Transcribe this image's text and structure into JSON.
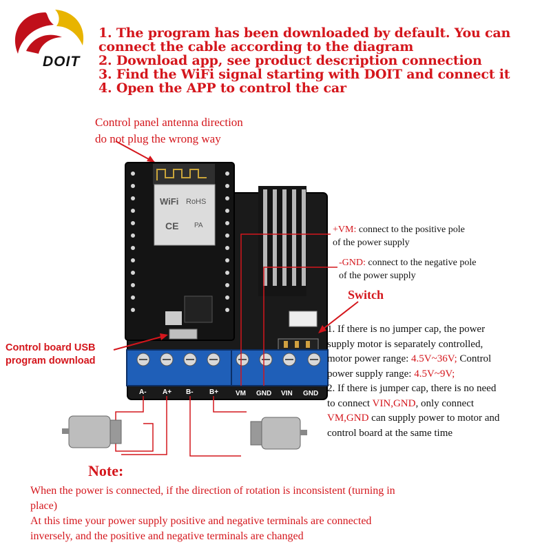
{
  "logo": {
    "brand": "DOIT",
    "colors": {
      "red": "#c0101a",
      "gold": "#e8b400"
    }
  },
  "steps": [
    "1. The program has been downloaded by default. You can",
    "connect the cable according to the diagram",
    "2. Download app, see product description connection",
    "3. Find the WiFi signal starting with DOIT and connect it",
    "4. Open the APP to control the car"
  ],
  "antenna_note": [
    "Control panel antenna direction",
    "do not plug the wrong way"
  ],
  "vm_note": {
    "key": "+VM:",
    "text": " connect to the positive pole",
    "line2": "of the power supply"
  },
  "gnd_note": {
    "key": "-GND:",
    "text": " connect to the negative pole",
    "line2": "of the power supply"
  },
  "switch_label": "Switch",
  "usb_note": [
    "Control board USB",
    "program download"
  ],
  "jumper_notes": {
    "p1_a": "1. If there is no jumper cap, the power",
    "p1_b": "supply motor is separately controlled,",
    "p1_c": "motor power range: ",
    "p1_c_val": "4.5V~36V;",
    "p1_c_tail": "  Control",
    "p1_d": "power supply range: ",
    "p1_d_val": "4.5V~9V;",
    "p2_a": "2. If there is jumper cap, there is no need",
    "p2_b": "to connect ",
    "p2_b_val": "VIN,GND",
    "p2_b_tail": ", only connect",
    "p2_c_val": "VM,GND",
    "p2_c_tail": " can supply power to motor and",
    "p2_d": "control board at the same time"
  },
  "terminal_labels": [
    "A-",
    "A+",
    "B-",
    "B+",
    "VM",
    "GND",
    "VIN",
    "GND"
  ],
  "note_title": "Note:",
  "note_body": [
    "When the power is connected, if the direction of rotation is inconsistent (turning in",
    "place)",
    "At this time your power supply positive and negative terminals are connected",
    "inversely, and the positive and negative terminals are changed"
  ],
  "module_text": {
    "wifi": "WiFi",
    "rohs": "RoHS",
    "ce": "CE",
    "pa": "PA"
  },
  "colors": {
    "accent_red": "#d4161c",
    "board_black": "#1a1a1a",
    "terminal_blue": "#1f5fb8",
    "pcb_blue": "#2f6fd0"
  }
}
